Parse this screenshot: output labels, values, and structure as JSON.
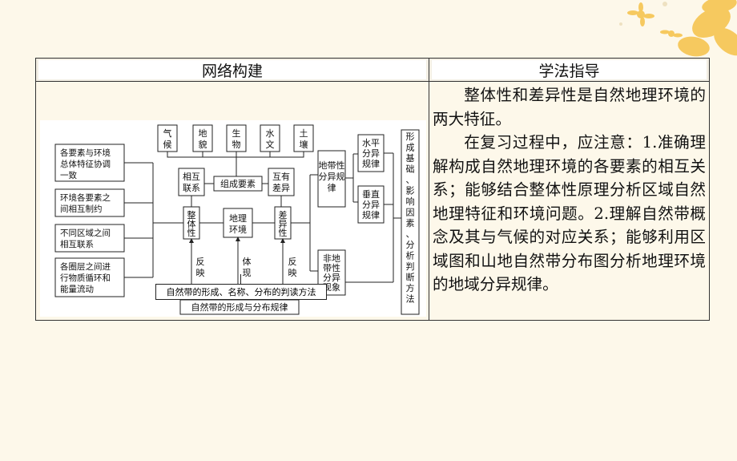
{
  "headers": {
    "network": "网络构建",
    "method": "学法指导"
  },
  "diagram": {
    "factors": [
      "气候",
      "地貌",
      "生物",
      "水文",
      "土壤"
    ],
    "left_boxes": [
      [
        "各要素与环境",
        "总体特征协调",
        "一致"
      ],
      [
        "环境各要素之",
        "间相互制约"
      ],
      [
        "不同区域之间",
        "相互联系"
      ],
      [
        "各圈层之间进",
        "行物质循环和",
        "能量流动"
      ]
    ],
    "mutual_link": [
      "相互",
      "联系"
    ],
    "composition": "组成要素",
    "differences": [
      "互有",
      "差异"
    ],
    "wholeness": [
      "整",
      "体",
      "性"
    ],
    "environment": [
      "地理",
      "环境"
    ],
    "difference_prop": [
      "差",
      "异",
      "性"
    ],
    "reflect_left": [
      "反",
      "映"
    ],
    "embody": [
      "体",
      "现"
    ],
    "reflect_right": [
      "反",
      "映"
    ],
    "zonal": [
      "地带性",
      "分异规",
      "律"
    ],
    "horizontal": [
      "水平",
      "分异",
      "规律"
    ],
    "vertical": [
      "垂直",
      "分异",
      "规律"
    ],
    "nonzonal": [
      "非地",
      "带性",
      "分异",
      "现象"
    ],
    "right_column": "形成基础、影响因素、分析判断方法",
    "belt_rule": "自然带的形成与分布规律",
    "belt_read": "自然带的形成、名称、分布的判读方法"
  },
  "guide": {
    "p1": "整体性和差异性是自然地理环境的两大特征。",
    "p2": "在复习过程中，应注意：1.准确理解构成自然地理环境的各要素的相互关系；能够结合整体性原理分析区域自然地理特征和环境问题。2.理解自然带概念及其与气候的对应关系；能够利用区域图和山地自然带分布图分析地理环境的地域分异规律。"
  },
  "colors": {
    "background": "#fdf8ea",
    "flower": "#f6c451"
  }
}
